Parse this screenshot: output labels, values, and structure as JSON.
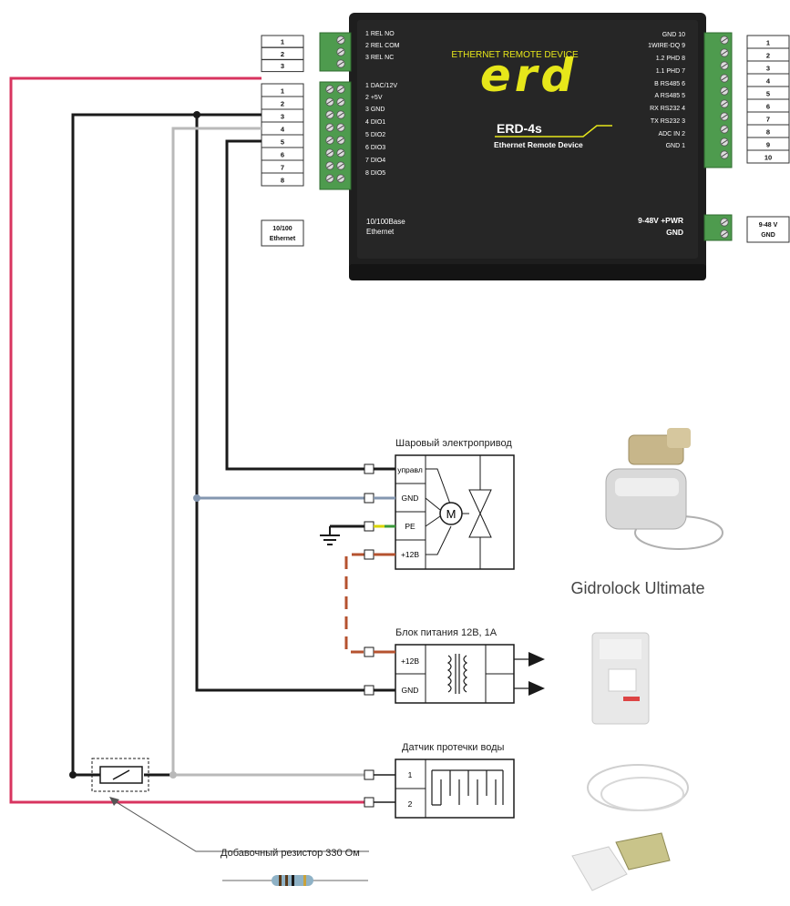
{
  "device": {
    "brand_banner": "ETHERNET REMOTE DEVICE",
    "logo_text": "erd",
    "model": "ERD-4s",
    "model_subtitle": "Ethernet Remote Device",
    "left_terminals_top": [
      "1 REL NO",
      "2 REL COM",
      "3 REL NC"
    ],
    "left_terminals_mid": [
      "1 DAC/12V",
      "2 +5V",
      "3 GND",
      "4 DIO1",
      "5 DIO2",
      "6 DIO3",
      "7 DIO4",
      "8 DIO5"
    ],
    "right_terminals": [
      "GND 10",
      "1WIRE-DQ 9",
      "1.2 PHD 8",
      "1.1 PHD 7",
      "B RS485 6",
      "A RS485 5",
      "RX RS232 4",
      "TX RS232 3",
      "ADC IN 2",
      "GND 1"
    ],
    "ethernet_label_line1": "10/100Base",
    "ethernet_label_line2": "Ethernet",
    "power_label_line1": "9-48V +PWR",
    "power_label_line2": "GND"
  },
  "left_numbers_top": [
    "1",
    "2",
    "3"
  ],
  "left_numbers_mid": [
    "1",
    "2",
    "3",
    "4",
    "5",
    "6",
    "7",
    "8"
  ],
  "right_numbers": [
    "1",
    "2",
    "3",
    "4",
    "5",
    "6",
    "7",
    "8",
    "9",
    "10"
  ],
  "ethernet_box": [
    "10/100",
    "Ethernet"
  ],
  "power_box": [
    "9-48 V",
    "GND"
  ],
  "valve": {
    "title": "Шаровый электропривод",
    "pins": [
      "управл",
      "GND",
      "PE",
      "+12В"
    ],
    "motor_symbol": "M",
    "product_name": "Gidrolock Ultimate"
  },
  "psu": {
    "title": "Блок питания 12В, 1А",
    "pins": [
      "+12В",
      "GND"
    ]
  },
  "sensor": {
    "title": "Датчик протечки воды",
    "pins": [
      "1",
      "2"
    ]
  },
  "resistor": {
    "label": "Добавочный резистор 330 Ом"
  },
  "colors": {
    "wire_red": "#d8345f",
    "wire_black": "#1a1a1a",
    "wire_gray": "#b9b9b9",
    "wire_blue_gray": "#8497b0",
    "wire_brown": "#b5522f",
    "wire_pe_yellow": "#d9d400",
    "wire_pe_green": "#3a9a3a",
    "device_body": "#1e1e1e",
    "logo_yellow": "#e6e61a",
    "terminal_green": "#4e9b4e"
  }
}
